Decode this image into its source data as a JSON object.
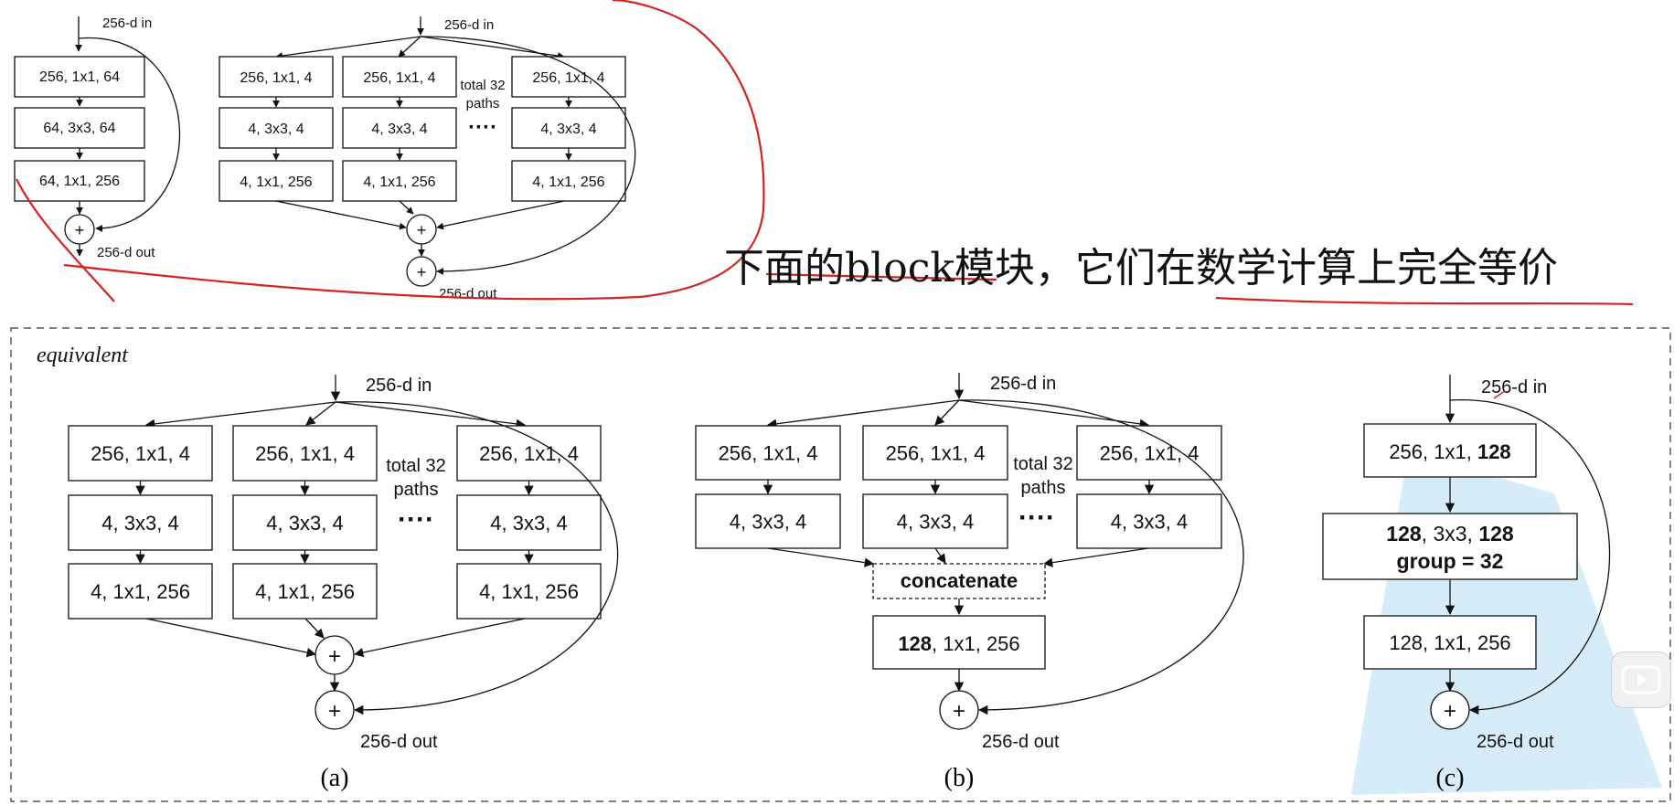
{
  "annotation": {
    "text": "下面的block模块，它们在数学计算上完全等价"
  },
  "top": {
    "left": {
      "in_label": "256-d in",
      "out_label": "256-d out",
      "boxes": [
        "256, 1x1, 64",
        "64, 3x3, 64",
        "64, 1x1, 256"
      ]
    },
    "right": {
      "in_label": "256-d in",
      "out_label": "256-d out",
      "col_boxes": [
        "256, 1x1, 4",
        "4, 3x3, 4",
        "4, 1x1, 256"
      ],
      "paths_line1": "total 32",
      "paths_line2": "paths",
      "dots": "····"
    }
  },
  "panel": {
    "equivalent_label": "equivalent",
    "a": {
      "in_label": "256-d in",
      "out_label": "256-d out",
      "col_boxes": [
        "256, 1x1, 4",
        "4, 3x3, 4",
        "4, 1x1, 256"
      ],
      "paths_line1": "total 32",
      "paths_line2": "paths",
      "dots": "····",
      "caption": "(a)"
    },
    "b": {
      "in_label": "256-d in",
      "out_label": "256-d out",
      "col_boxes": [
        "256, 1x1, 4",
        "4, 3x3, 4"
      ],
      "paths_line1": "total 32",
      "paths_line2": "paths",
      "dots": "····",
      "concat_label": "concatenate",
      "final_bold": "128",
      "final_rest": ", 1x1, 256",
      "caption": "(b)"
    },
    "c": {
      "in_label": "256-d in",
      "out_label": "256-d out",
      "box1_rest": "256, 1x1, ",
      "box1_bold": "128",
      "box2_bold_a": "128",
      "box2_mid": ", 3x3, ",
      "box2_bold_b": "128",
      "box2_line2": "group = 32",
      "box3": "128, 1x1, 256",
      "caption": "(c)"
    }
  },
  "plus_symbol": "+",
  "colors": {
    "annotation_red": "#d32222",
    "shade_blue": "#d6ecf8"
  }
}
